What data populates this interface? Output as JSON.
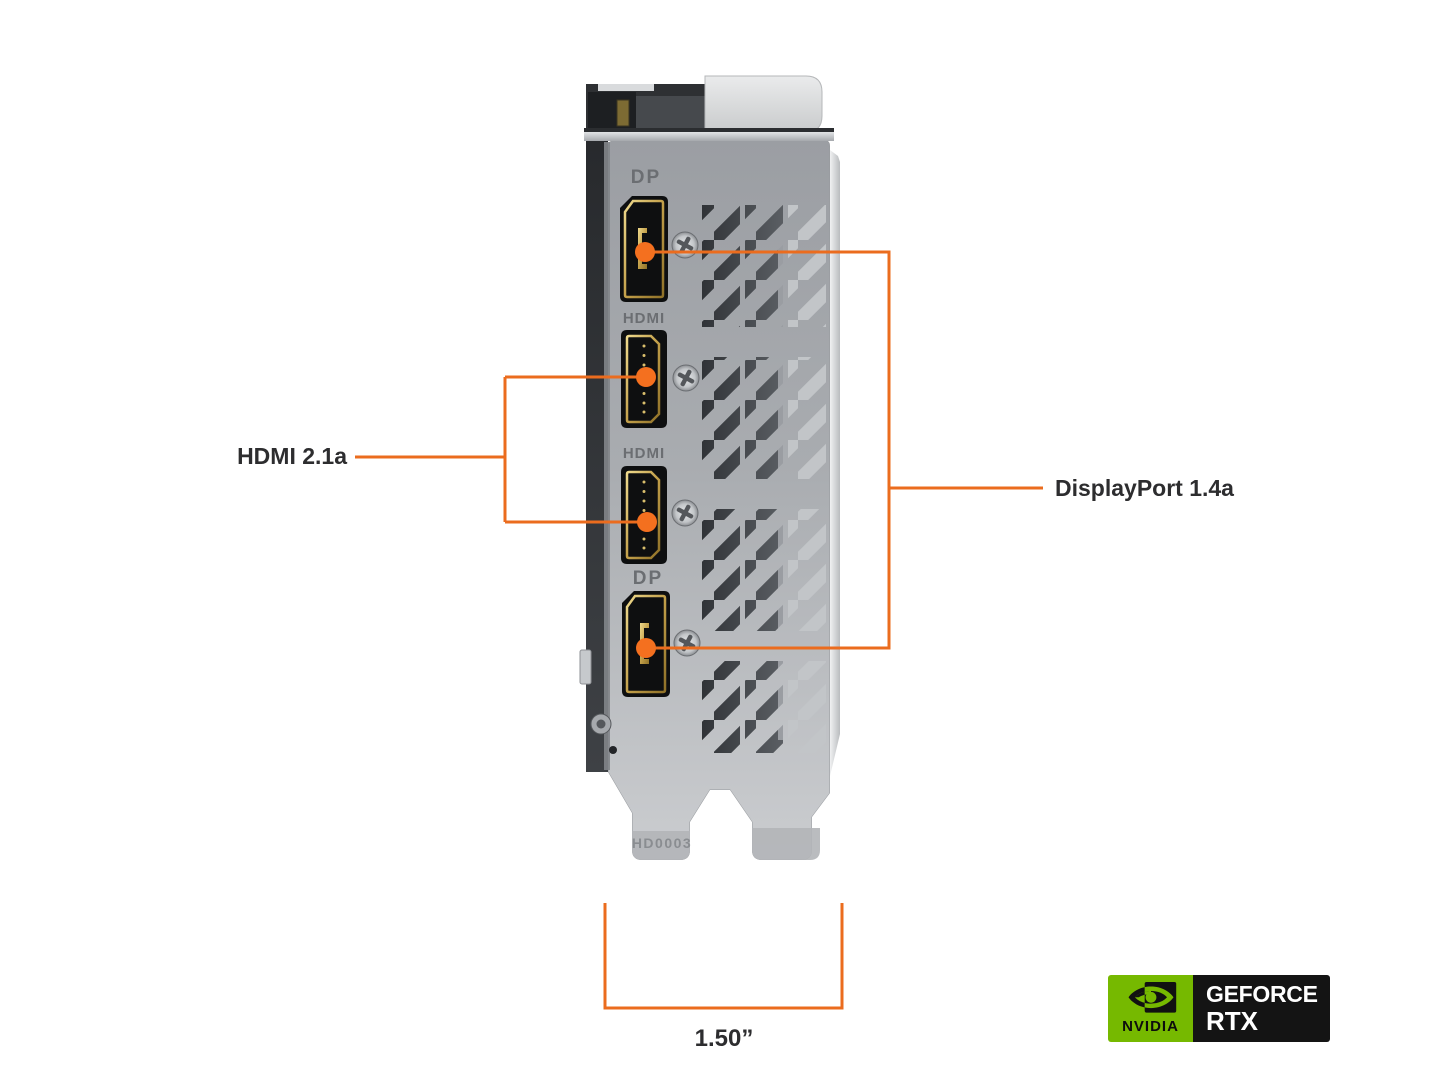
{
  "figure": {
    "description": "Graphics card rear I/O bracket callout diagram",
    "background": "#FFFFFF",
    "accent_color": "#EB6C1E"
  },
  "card": {
    "ports": [
      {
        "label": "DP",
        "type": "DisplayPort"
      },
      {
        "label": "HDMI",
        "type": "HDMI"
      },
      {
        "label": "HDMI",
        "type": "HDMI"
      },
      {
        "label": "DP",
        "type": "DisplayPort"
      }
    ],
    "bracket_marking": "HD0003"
  },
  "callouts": {
    "hdmi": {
      "label": "HDMI 2.1a"
    },
    "displayport": {
      "label": "DisplayPort 1.4a"
    }
  },
  "measurement": {
    "label": "1.50”"
  },
  "badge": {
    "brand": "NVIDIA",
    "product_line": "GEFORCE",
    "series": "RTX",
    "green": "#76B900",
    "black": "#141414"
  }
}
